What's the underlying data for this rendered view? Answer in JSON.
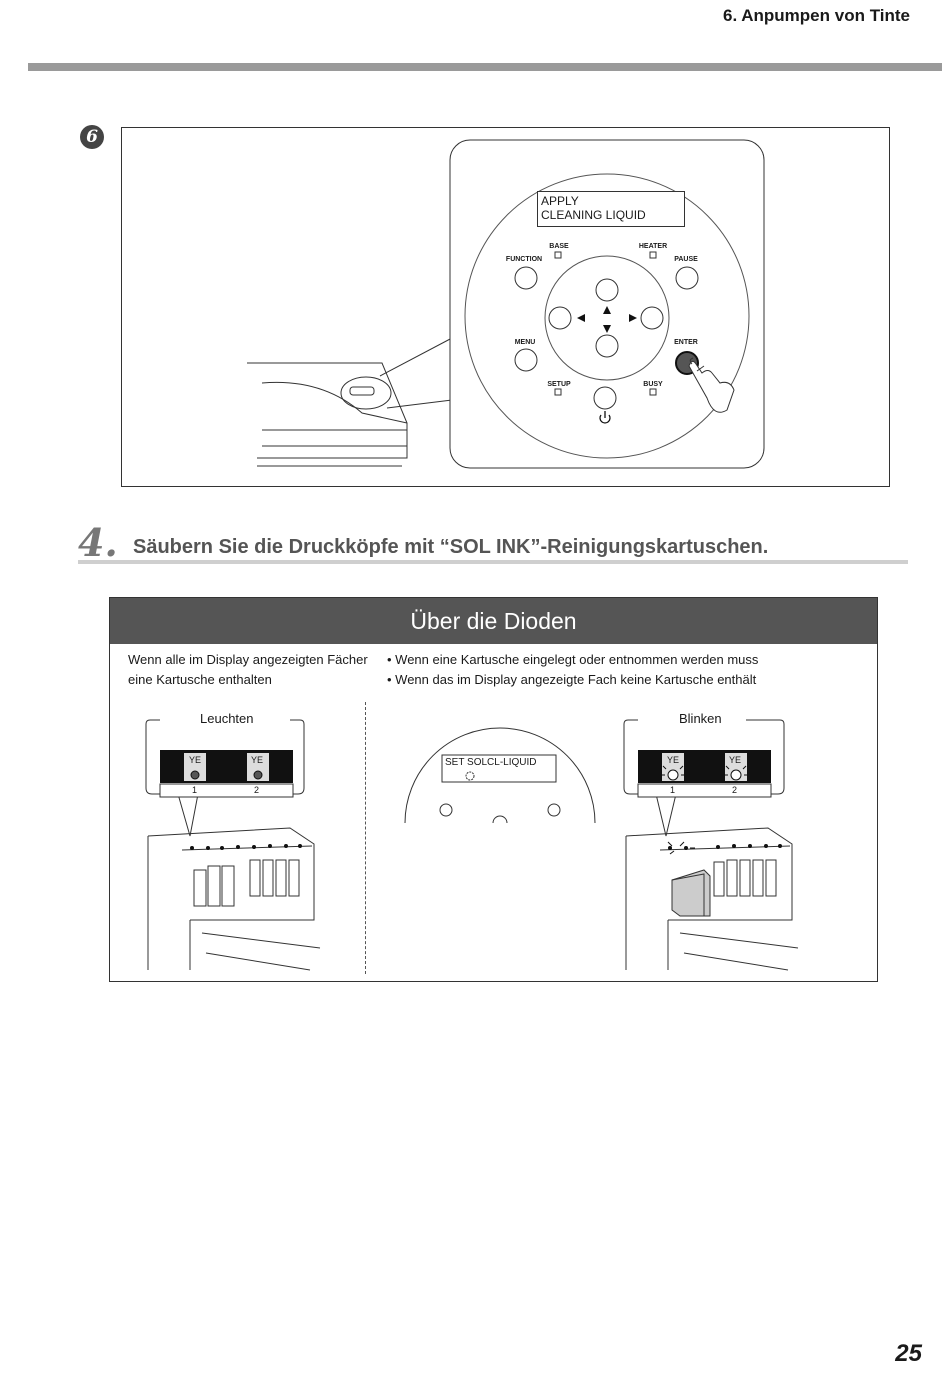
{
  "header": {
    "title": "6. Anpumpen von Tinte"
  },
  "step_marker": "6",
  "panel": {
    "lcd_line1": "APPLY",
    "lcd_line2": "CLEANING    LIQUID",
    "buttons": {
      "base": "BASE",
      "heater": "HEATER",
      "function": "FUNCTION",
      "pause": "PAUSE",
      "menu": "MENU",
      "enter": "ENTER",
      "setup": "SETUP",
      "busy": "BUSY"
    }
  },
  "section": {
    "number": "4.",
    "title": "Säubern Sie die Druckköpfe mit “SOL INK”-Reinigungskartuschen."
  },
  "info_box": {
    "title": "Über die Dioden",
    "left_text_1": "Wenn alle im Display angezeigten Fächer",
    "left_text_2": "eine Kartusche enthalten",
    "right_text_1": "• Wenn eine Kartusche eingelegt oder entnommen werden muss",
    "right_text_2": "• Wenn das im Display angezeigte Fach keine Kartusche enthält",
    "left_label": "Leuchten",
    "right_label": "Blinken",
    "slot_label_a": "YE",
    "slot_label_b": "YE",
    "slot_num_1": "1",
    "slot_num_2": "2",
    "mid_display": "SET   SOLCL-LIQUID"
  },
  "page_number": "25"
}
